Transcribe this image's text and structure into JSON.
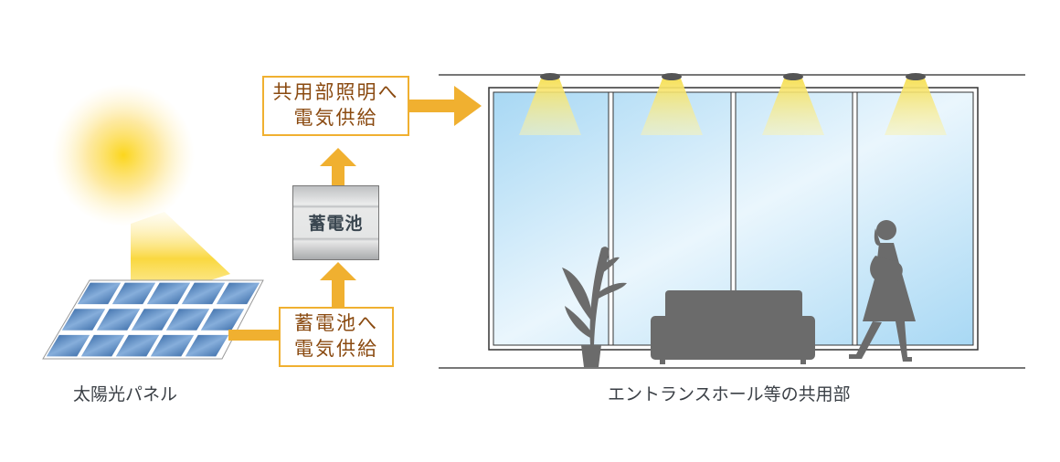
{
  "labels": {
    "lighting_supply_line1": "共用部照明へ",
    "lighting_supply_line2": "電気供給",
    "battery": "蓄電池",
    "battery_supply_line1": "蓄電池へ",
    "battery_supply_line2": "電気供給",
    "solar_panel": "太陽光パネル",
    "common_area": "エントランスホール等の共用部"
  },
  "colors": {
    "arrow": "#f0b030",
    "label_text": "#8a4a10",
    "panel": "#3a6ea8",
    "silhouette": "#6b6b6b"
  }
}
